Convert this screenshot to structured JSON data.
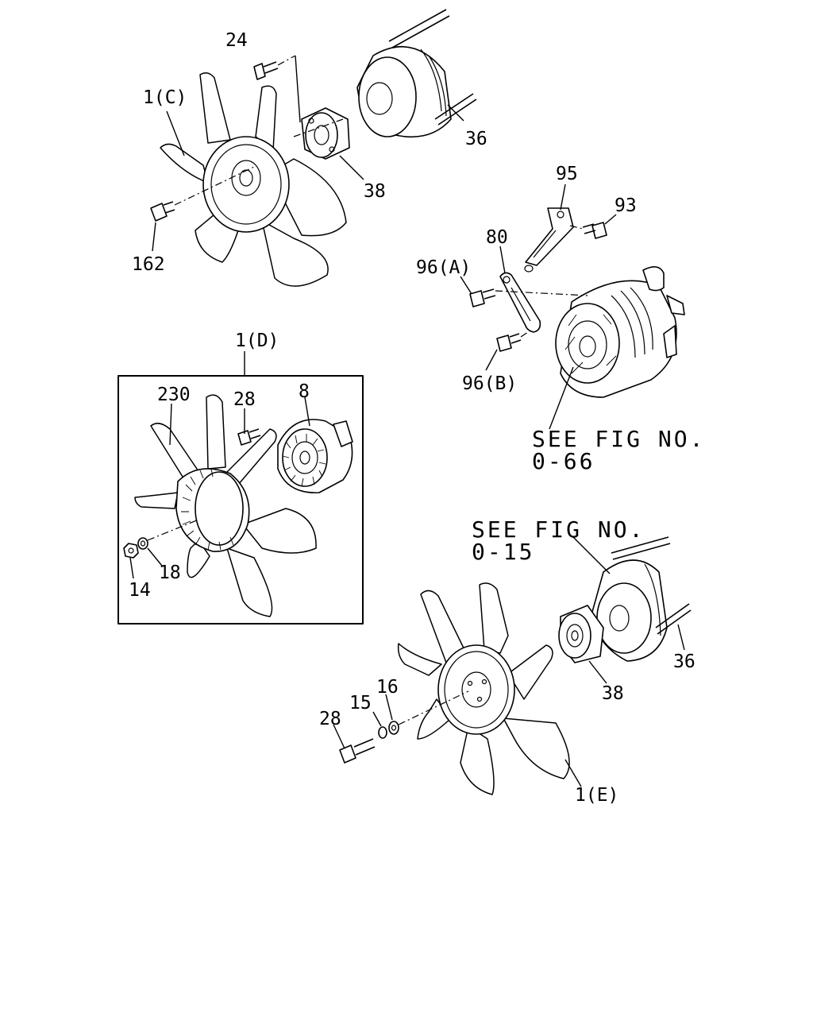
{
  "labels": {
    "n24": "24",
    "n1c": "1(C)",
    "n36a": "36",
    "n38a": "38",
    "n162": "162",
    "n95": "95",
    "n93": "93",
    "n80": "80",
    "n96a": "96(A)",
    "n96b": "96(B)",
    "n1d": "1(D)",
    "n230": "230",
    "n28a": "28",
    "n8": "8",
    "n14": "14",
    "n18": "18",
    "n36b": "36",
    "n38b": "38",
    "n28b": "28",
    "n15": "15",
    "n16": "16",
    "n1e": "1(E)"
  },
  "notes": {
    "fig066_line1": "SEE FIG NO.",
    "fig066_line2": "0-66",
    "fig015_line1": "SEE FIG NO.",
    "fig015_line2": "0-15"
  }
}
